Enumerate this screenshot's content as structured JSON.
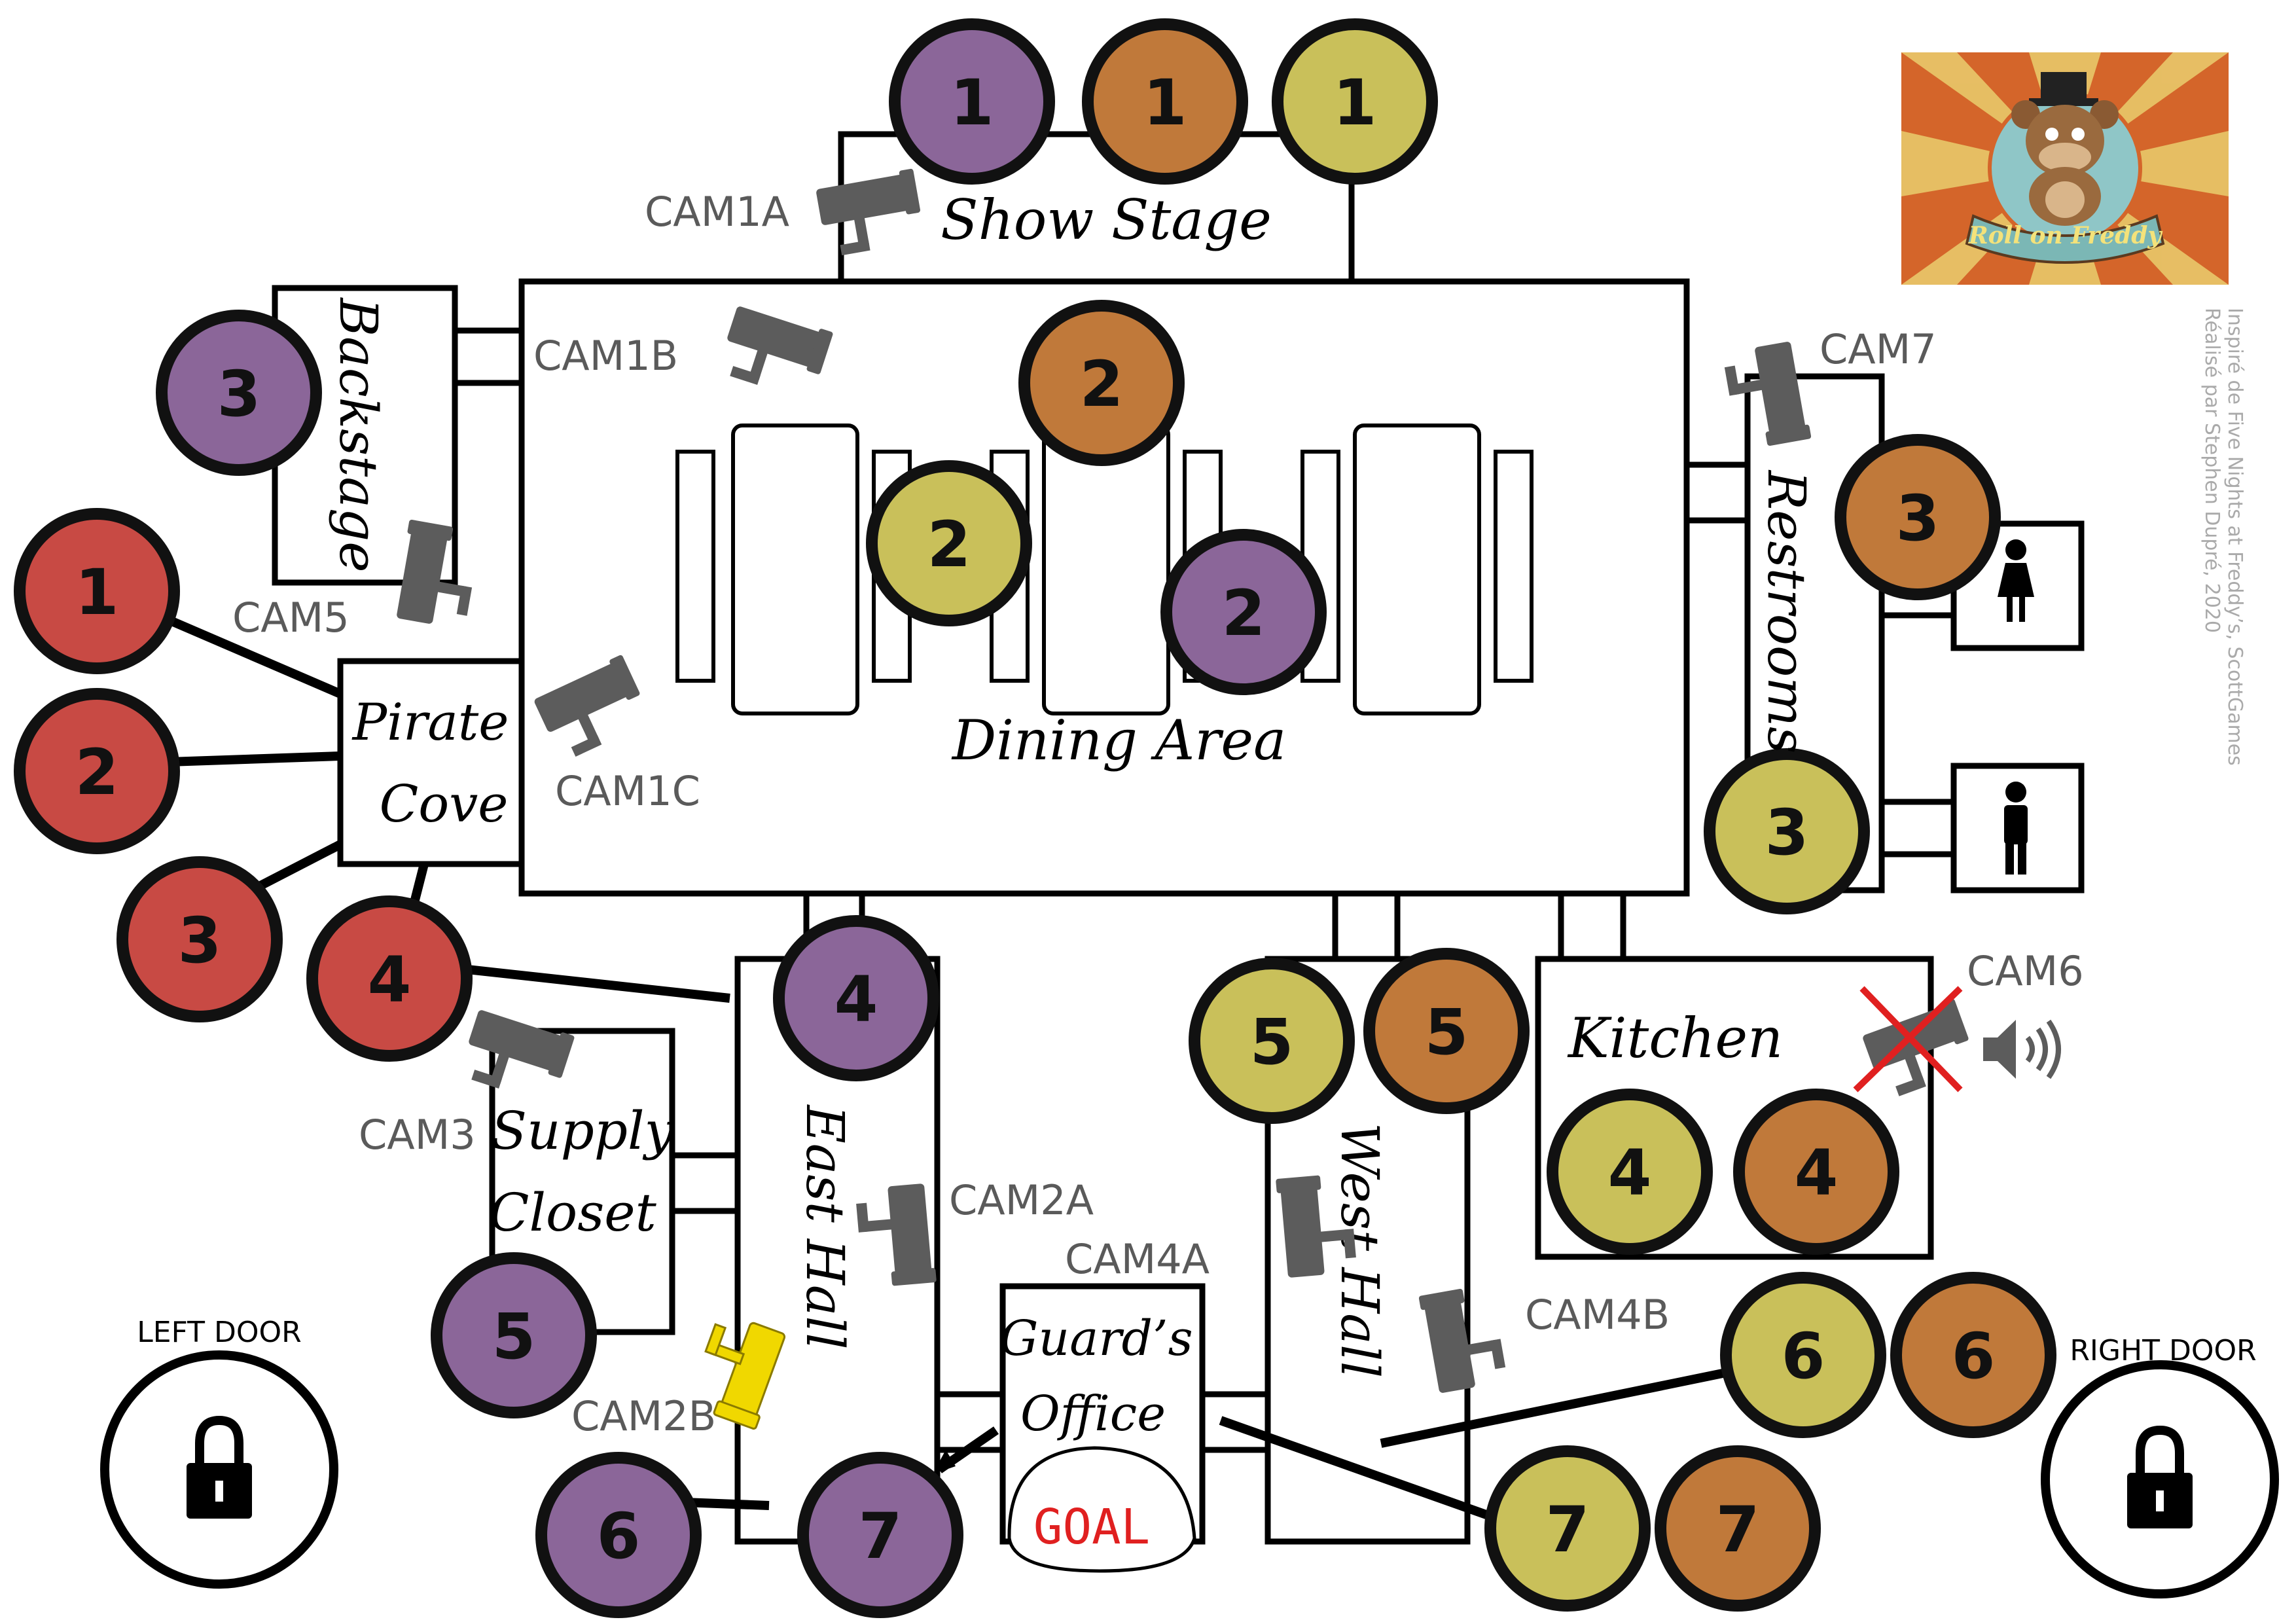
{
  "rooms": {
    "show_stage": "Show Stage",
    "dining_area": "Dining Area",
    "backstage": "Backstage",
    "pirate_cove_line1": "Pirate",
    "pirate_cove_line2": "Cove",
    "restrooms": "Restrooms",
    "kitchen": "Kitchen",
    "supply_line1": "Supply",
    "supply_line2": "Closet",
    "east_hall": "East Hall",
    "west_hall": "West Hall",
    "office_line1": "Guard’s",
    "office_line2": "Office",
    "goal": "GOAL"
  },
  "cameras": {
    "cam1a": "CAM1A",
    "cam1b": "CAM1B",
    "cam1c": "CAM1C",
    "cam2a": "CAM2A",
    "cam2b": "CAM2B",
    "cam3": "CAM3",
    "cam4a": "CAM4A",
    "cam4b": "CAM4B",
    "cam5": "CAM5",
    "cam6": "CAM6",
    "cam7": "CAM7"
  },
  "doors": {
    "left": "LEFT DOOR",
    "right": "RIGHT DOOR"
  },
  "credits": {
    "line1": "Inspiré de Five Nights at Freddy’s, ScottGames",
    "line2": "Réalisé par Stephen Dupré, 2020"
  },
  "logo_text": "Roll on Freddy",
  "colors": {
    "purple": "#8b6699",
    "orange": "#c0793a",
    "yellow": "#c9c05a",
    "red": "#c84a44",
    "camera": "#5c5c5c",
    "camera_active": "#f0d800"
  },
  "spots": {
    "purple": [
      "1",
      "3",
      "2",
      "4",
      "5",
      "6",
      "7"
    ],
    "orange": [
      "1",
      "2",
      "3",
      "5",
      "4",
      "6",
      "7"
    ],
    "yellow": [
      "1",
      "2",
      "3",
      "5",
      "4",
      "6",
      "7"
    ],
    "red": [
      "1",
      "2",
      "3",
      "4"
    ]
  }
}
